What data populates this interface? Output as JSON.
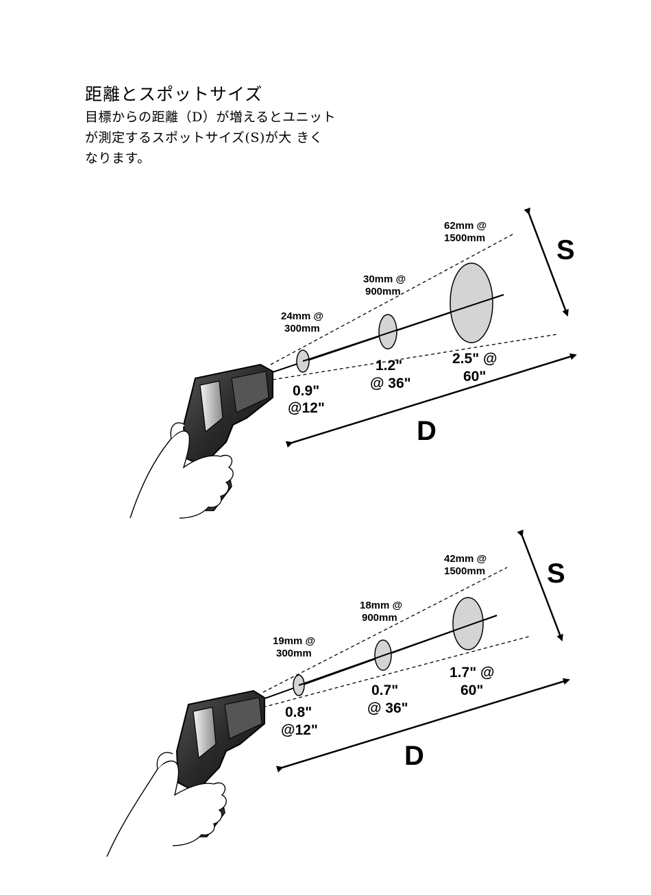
{
  "intro": {
    "title": "距離とスポットサイズ",
    "lines": [
      "目標からの距離（D）が増えるとユニット",
      "が測定するスポットサイズ(S)が大 きく",
      "なります。"
    ]
  },
  "diagrams": [
    {
      "S_label": "S",
      "D_label": "D",
      "spots": [
        {
          "metric_line1": "24mm @",
          "metric_line2": "300mm",
          "imperial_line1": "0.9\"",
          "imperial_line2": "@12\""
        },
        {
          "metric_line1": "30mm @",
          "metric_line2": "900mm",
          "imperial_line1": "1.2\"",
          "imperial_line2": "@ 36\""
        },
        {
          "metric_line1": "62mm @",
          "metric_line2": "1500mm",
          "imperial_line1": "2.5\" @",
          "imperial_line2": "60\""
        }
      ]
    },
    {
      "S_label": "S",
      "D_label": "D",
      "spots": [
        {
          "metric_line1": "19mm @",
          "metric_line2": "300mm",
          "imperial_line1": "0.8\"",
          "imperial_line2": "@12\""
        },
        {
          "metric_line1": "18mm @",
          "metric_line2": "900mm",
          "imperial_line1": "0.7\"",
          "imperial_line2": "@ 36\""
        },
        {
          "metric_line1": "42mm @",
          "metric_line2": "1500mm",
          "imperial_line1": "1.7\" @",
          "imperial_line2": "60\""
        }
      ]
    }
  ],
  "colors": {
    "spot_fill": "#d4d4d4",
    "ink": "#000000",
    "gun_body": "#3a3a3a",
    "gun_light": "#cfcfcf"
  }
}
